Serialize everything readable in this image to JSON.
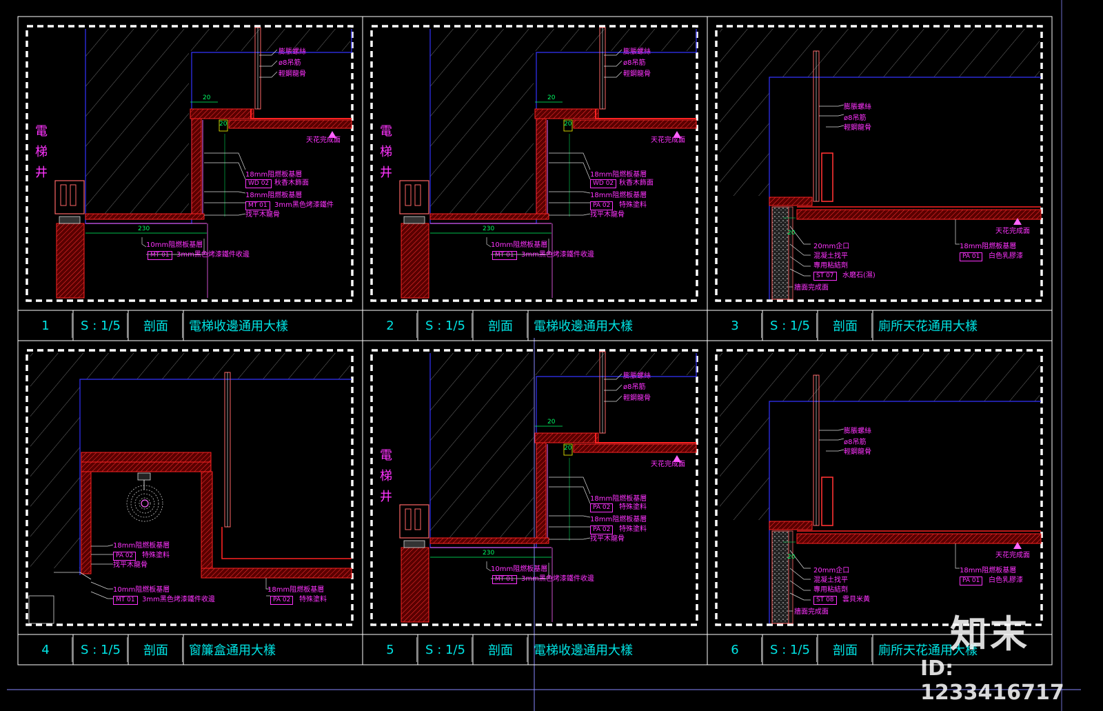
{
  "panels": [
    {
      "num": "1",
      "scale": "S : 1/5",
      "kind": "剖面",
      "title": "電梯收邊通用大樣",
      "type": "elevator",
      "shaft": [
        "電",
        "梯",
        "井"
      ],
      "labels": [
        "膨脹螺絲",
        "ø8吊筋",
        "輕鋼龍骨",
        "天花完成面",
        "18mm阻燃板基層",
        "秋香木飾面",
        "18mm阻燃板基層",
        "3mm黑色烤漆鐵件",
        "找平木龍骨",
        "10mm阻燃板基層",
        "3mm黑色烤漆鐵件收邊"
      ],
      "codes": [
        "WD 02",
        "MT 01",
        "MT 01"
      ],
      "dims": [
        "20",
        "20",
        "230"
      ]
    },
    {
      "num": "2",
      "scale": "S : 1/5",
      "kind": "剖面",
      "title": "電梯收邊通用大樣",
      "type": "elevator",
      "shaft": [
        "電",
        "梯",
        "井"
      ],
      "labels": [
        "膨脹螺絲",
        "ø8吊筋",
        "輕鋼龍骨",
        "天花完成面",
        "18mm阻燃板基層",
        "秋香木飾面",
        "18mm阻燃板基層",
        "特殊塗料",
        "找平木龍骨",
        "10mm阻燃板基層",
        "3mm黑色烤漆鐵件收邊"
      ],
      "codes": [
        "WD 02",
        "PA 02",
        "MT 01"
      ],
      "dims": [
        "20",
        "20",
        "230"
      ]
    },
    {
      "num": "3",
      "scale": "S : 1/5",
      "kind": "剖面",
      "title": "廁所天花通用大樣",
      "type": "toilet",
      "labels": [
        "膨脹螺絲",
        "ø8吊筋",
        "輕鋼龍骨",
        "天花完成面",
        "20mm企口",
        "混凝土找平",
        "專用粘結劑",
        "水磨石(濕)",
        "牆面完成面",
        "18mm阻燃板基層",
        "白色乳膠漆"
      ],
      "codes": [
        "ST 07",
        "PA 01"
      ],
      "dims": [
        "20"
      ]
    },
    {
      "num": "4",
      "scale": "S : 1/5",
      "kind": "剖面",
      "title": "窗簾盒通用大樣",
      "type": "curtain",
      "labels": [
        "18mm阻燃板基層",
        "特殊塗料",
        "找平木龍骨",
        "10mm阻燃板基層",
        "3mm黑色烤漆鐵件收邊",
        "18mm阻燃板基層",
        "特殊塗料"
      ],
      "codes": [
        "PA 02",
        "MT 01",
        "PA 02"
      ],
      "dims": []
    },
    {
      "num": "5",
      "scale": "S : 1/5",
      "kind": "剖面",
      "title": "電梯收邊通用大樣",
      "type": "elevator",
      "shaft": [
        "電",
        "梯",
        "井"
      ],
      "labels": [
        "膨脹螺絲",
        "ø8吊筋",
        "輕鋼龍骨",
        "天花完成面",
        "18mm阻燃板基層",
        "特殊塗料",
        "18mm阻燃板基層",
        "特殊塗料",
        "找平木龍骨",
        "10mm阻燃板基層",
        "3mm黑色烤漆鐵件收邊"
      ],
      "codes": [
        "PA 02",
        "PA 02",
        "MT 01"
      ],
      "dims": [
        "20",
        "20",
        "230"
      ]
    },
    {
      "num": "6",
      "scale": "S : 1/5",
      "kind": "剖面",
      "title": "廁所天花通用大樣",
      "type": "toilet",
      "labels": [
        "膨脹螺絲",
        "ø8吊筋",
        "輕鋼龍骨",
        "天花完成面",
        "20mm企口",
        "混凝土找平",
        "專用粘結劑",
        "雲貝米黃",
        "牆面完成面",
        "18mm阻燃板基層",
        "白色乳膠漆"
      ],
      "codes": [
        "ST 08",
        "PA 01"
      ],
      "dims": [
        "20"
      ]
    }
  ],
  "watermark": {
    "brand": "知末",
    "id": "ID: 1233416717"
  },
  "colors": {
    "background": "#000000",
    "frame": "#ffffff",
    "blue": "#3333ff",
    "red": "#ff2222",
    "magenta": "#ff33ff",
    "cyan": "#00e5e5"
  }
}
